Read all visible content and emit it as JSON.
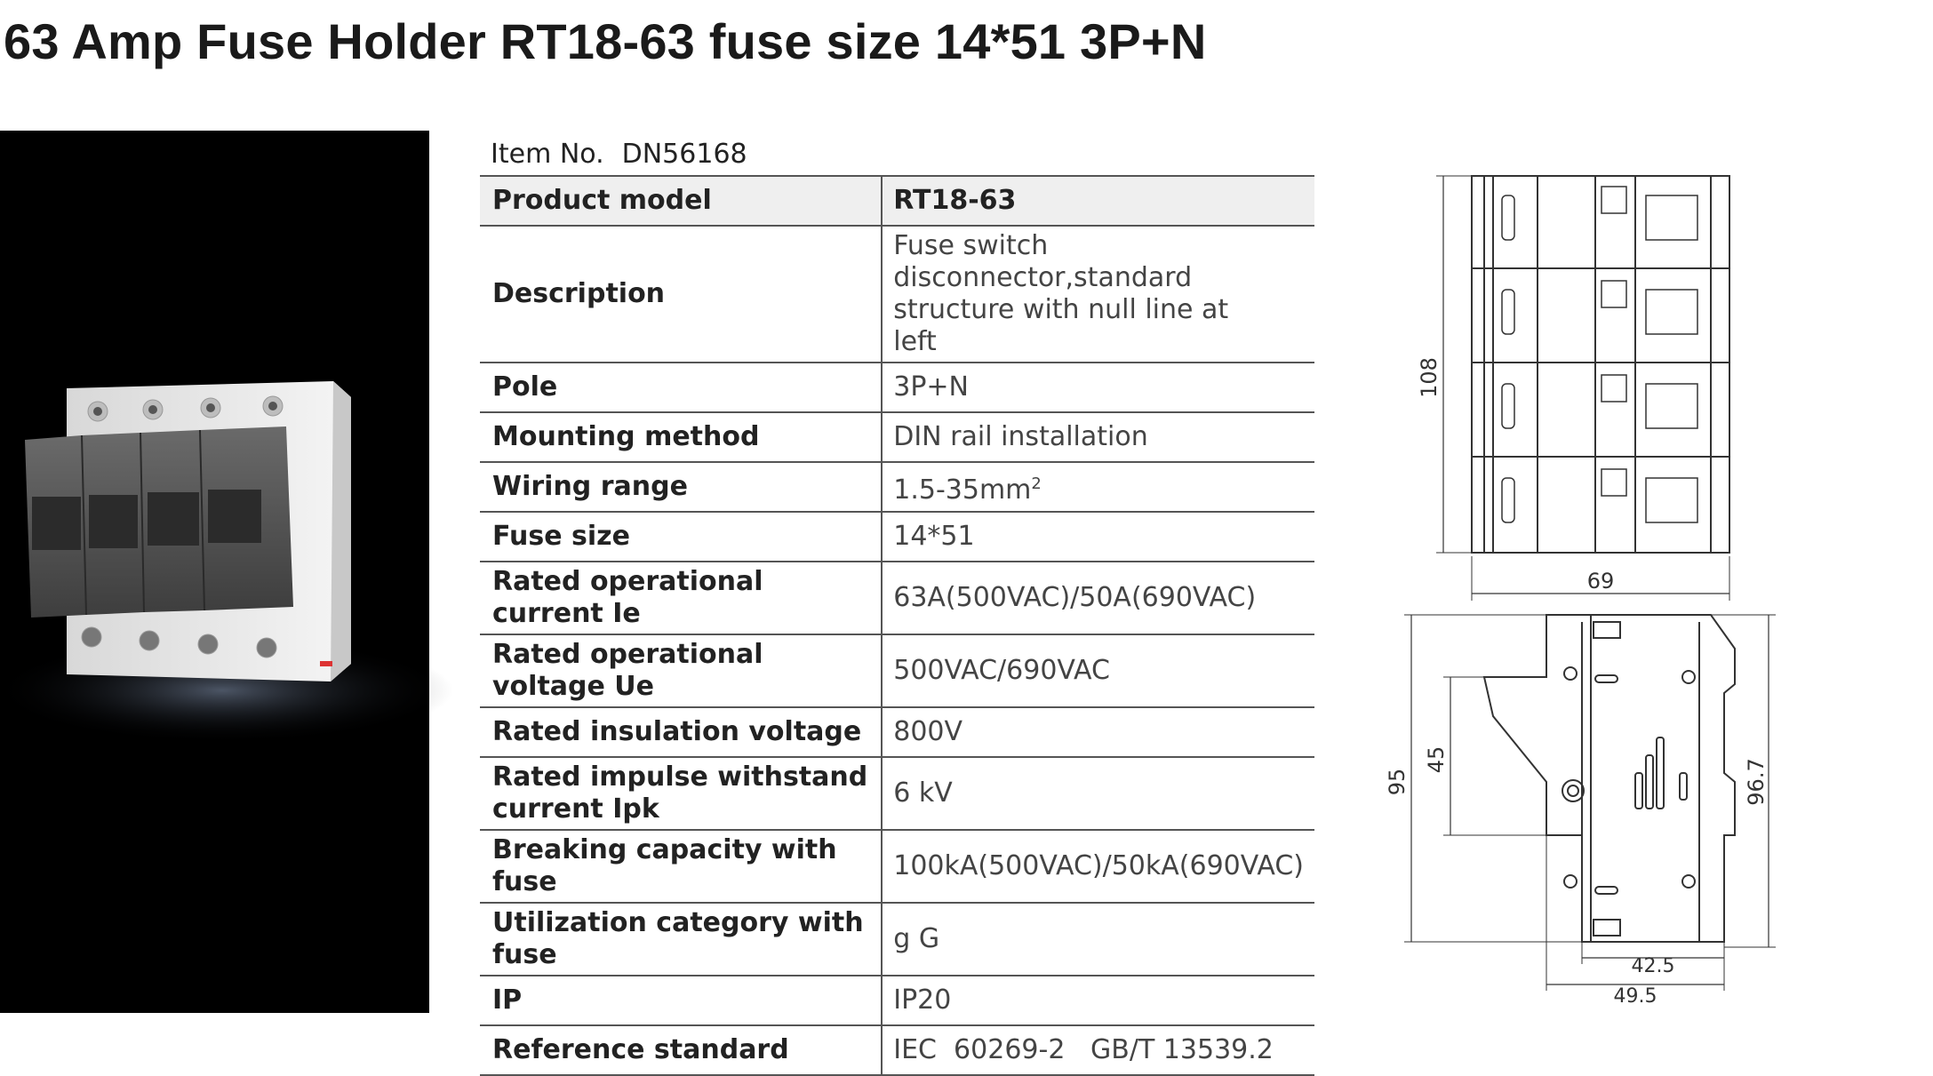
{
  "title": "63 Amp Fuse Holder RT18-63 fuse size 14*51 3P+N",
  "item_no": {
    "label": "Item No.",
    "value": "DN56168"
  },
  "spec_rows": [
    {
      "label": "Product model",
      "value": "RT18-63"
    },
    {
      "label": "Description",
      "value": "Fuse switch disconnector,standard structure with null line at left"
    },
    {
      "label": "Pole",
      "value": "3P+N"
    },
    {
      "label": "Mounting method",
      "value": "DIN rail installation"
    },
    {
      "label": "Wiring range",
      "value": "1.5-35mm",
      "value_sup": "2"
    },
    {
      "label": "Fuse size",
      "value": "14*51"
    },
    {
      "label": "Rated operational current Ie",
      "value": "63A(500VAC)/50A(690VAC)"
    },
    {
      "label": "Rated operational voltage Ue",
      "value": "500VAC/690VAC"
    },
    {
      "label": "Rated insulation voltage",
      "value": "800V"
    },
    {
      "label": "Rated impulse withstand current Ipk",
      "value": "6 kV"
    },
    {
      "label": "Breaking capacity with fuse",
      "value": "100kA(500VAC)/50kA(690VAC)"
    },
    {
      "label": "Utilization category with fuse",
      "value": "g G"
    },
    {
      "label": "IP",
      "value": "IP20"
    },
    {
      "label": "Reference standard",
      "value": "IEC  60269-2   GB/T 13539.2"
    }
  ],
  "dimensions": {
    "height_front": "108",
    "width": "69",
    "height_side": "95",
    "rail_height": "45",
    "height_total": "96.7",
    "depth_inner": "42.5",
    "depth_outer": "49.5"
  },
  "colors": {
    "photo_bg": "#000000",
    "table_header_bg": "#efefef",
    "rule": "#555555"
  }
}
